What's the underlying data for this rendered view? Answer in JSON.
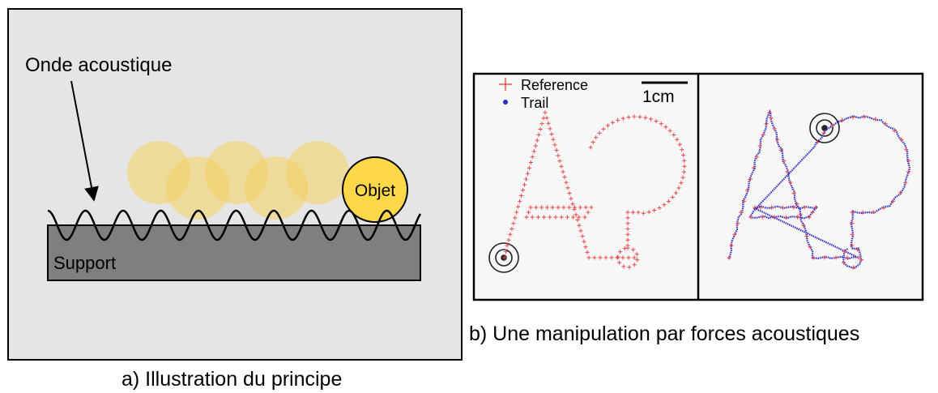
{
  "panel_a": {
    "caption": "a) Illustration du principe",
    "wave_label": "Onde acoustique",
    "object_label": "Objet",
    "support_label": "Support",
    "colors": {
      "background": "#e5e5e5",
      "support": "#7f7f7f",
      "object": "#ffd84a",
      "ghost": "#f5d25e"
    }
  },
  "panel_b": {
    "caption": "b) Une manipulation par forces acoustiques",
    "legend": [
      {
        "label": "Reference",
        "color": "#e8474b",
        "marker": "plus"
      },
      {
        "label": "Trail",
        "color": "#2b2bc8",
        "marker": "dot"
      }
    ],
    "scale_label": "1cm"
  }
}
